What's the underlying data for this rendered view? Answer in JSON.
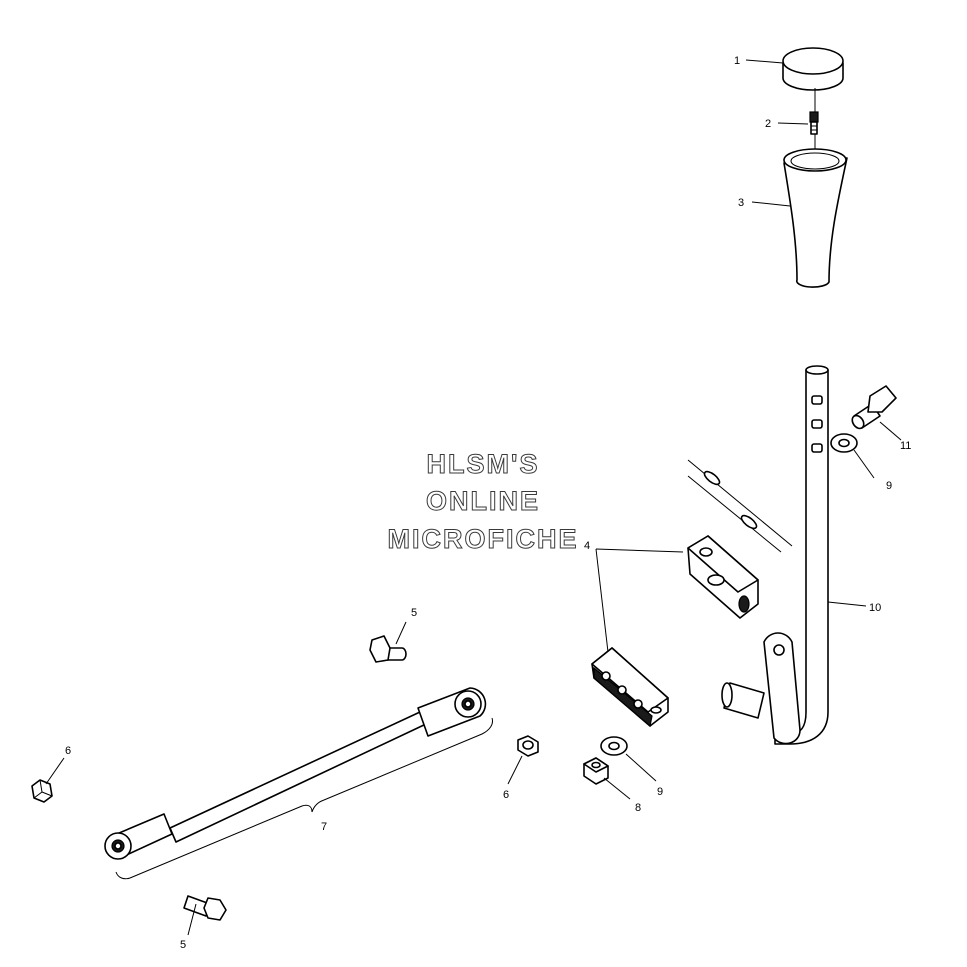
{
  "diagram": {
    "callouts": [
      {
        "id": "c1",
        "label": "1"
      },
      {
        "id": "c2",
        "label": "2"
      },
      {
        "id": "c3",
        "label": "3"
      },
      {
        "id": "c4",
        "label": "4"
      },
      {
        "id": "c5a",
        "label": "5"
      },
      {
        "id": "c5b",
        "label": "5"
      },
      {
        "id": "c6a",
        "label": "6"
      },
      {
        "id": "c6b",
        "label": "6"
      },
      {
        "id": "c7",
        "label": "7"
      },
      {
        "id": "c8",
        "label": "8"
      },
      {
        "id": "c9a",
        "label": "9"
      },
      {
        "id": "c9b",
        "label": "9"
      },
      {
        "id": "c10",
        "label": "10"
      },
      {
        "id": "c11",
        "label": "11"
      }
    ],
    "watermark": {
      "line1": "HLSM'S",
      "line2": "ONLINE",
      "line3": "MICROFICHE"
    }
  }
}
